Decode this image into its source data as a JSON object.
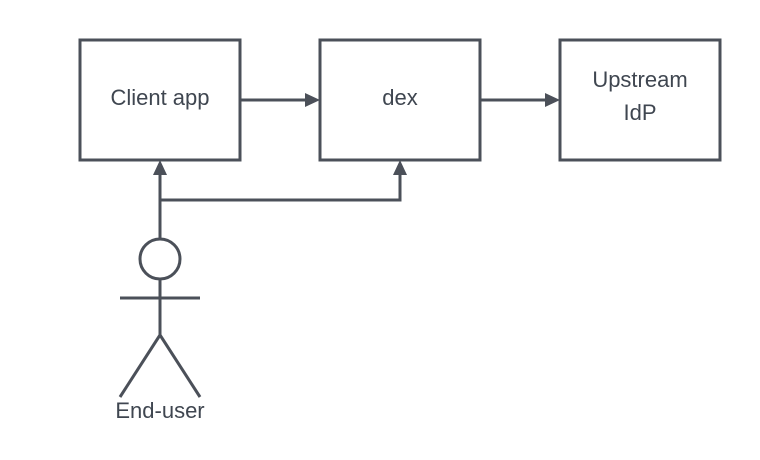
{
  "diagram": {
    "nodes": {
      "client_app": "Client app",
      "dex": "dex",
      "upstream_idp": [
        "Upstream",
        "IdP"
      ]
    },
    "actor": {
      "label": "End-user"
    }
  },
  "colors": {
    "stroke": "#4b5059",
    "text": "#3f4650",
    "background": "#ffffff"
  }
}
